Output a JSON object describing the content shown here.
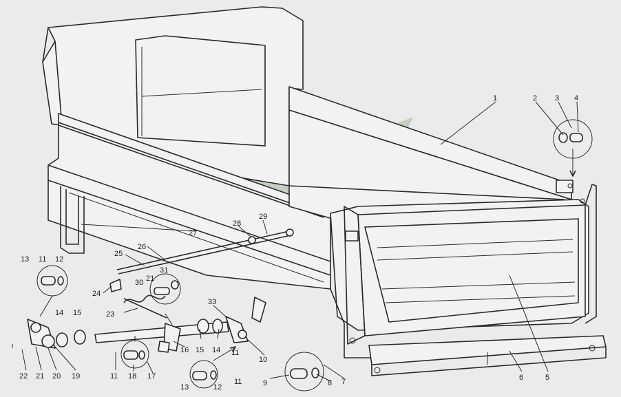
{
  "labels": [
    {
      "id": "1",
      "text": "1"
    },
    {
      "id": "2",
      "text": "2"
    },
    {
      "id": "3",
      "text": "3"
    },
    {
      "id": "4",
      "text": "4"
    },
    {
      "id": "5",
      "text": "5"
    },
    {
      "id": "6",
      "text": "6"
    },
    {
      "id": "7",
      "text": "7"
    },
    {
      "id": "8",
      "text": "8"
    },
    {
      "id": "9",
      "text": "9"
    },
    {
      "id": "10",
      "text": "10"
    },
    {
      "id": "11a",
      "text": "11"
    },
    {
      "id": "11b",
      "text": "11"
    },
    {
      "id": "11c",
      "text": "11"
    },
    {
      "id": "11d",
      "text": "11"
    },
    {
      "id": "12a",
      "text": "12"
    },
    {
      "id": "12b",
      "text": "12"
    },
    {
      "id": "13a",
      "text": "13"
    },
    {
      "id": "13b",
      "text": "13"
    },
    {
      "id": "14a",
      "text": "14"
    },
    {
      "id": "14b",
      "text": "14"
    },
    {
      "id": "15a",
      "text": "15"
    },
    {
      "id": "15b",
      "text": "15"
    },
    {
      "id": "16",
      "text": "16"
    },
    {
      "id": "17",
      "text": "17"
    },
    {
      "id": "18",
      "text": "18"
    },
    {
      "id": "19",
      "text": "19"
    },
    {
      "id": "20",
      "text": "20"
    },
    {
      "id": "21a",
      "text": "21"
    },
    {
      "id": "21b",
      "text": "21"
    },
    {
      "id": "22",
      "text": "22"
    },
    {
      "id": "23",
      "text": "23"
    },
    {
      "id": "24",
      "text": "24"
    },
    {
      "id": "25",
      "text": "25"
    },
    {
      "id": "26",
      "text": "26"
    },
    {
      "id": "27",
      "text": "27"
    },
    {
      "id": "28",
      "text": "28"
    },
    {
      "id": "29",
      "text": "29"
    },
    {
      "id": "30",
      "text": "30"
    },
    {
      "id": "31",
      "text": "31"
    },
    {
      "id": "33",
      "text": "33"
    }
  ],
  "colors": {
    "line": "#2a2a2a",
    "background": "#ebebeb",
    "watermark": "#b9c4b0"
  },
  "watermark_icon": "stylized-wing-logo"
}
